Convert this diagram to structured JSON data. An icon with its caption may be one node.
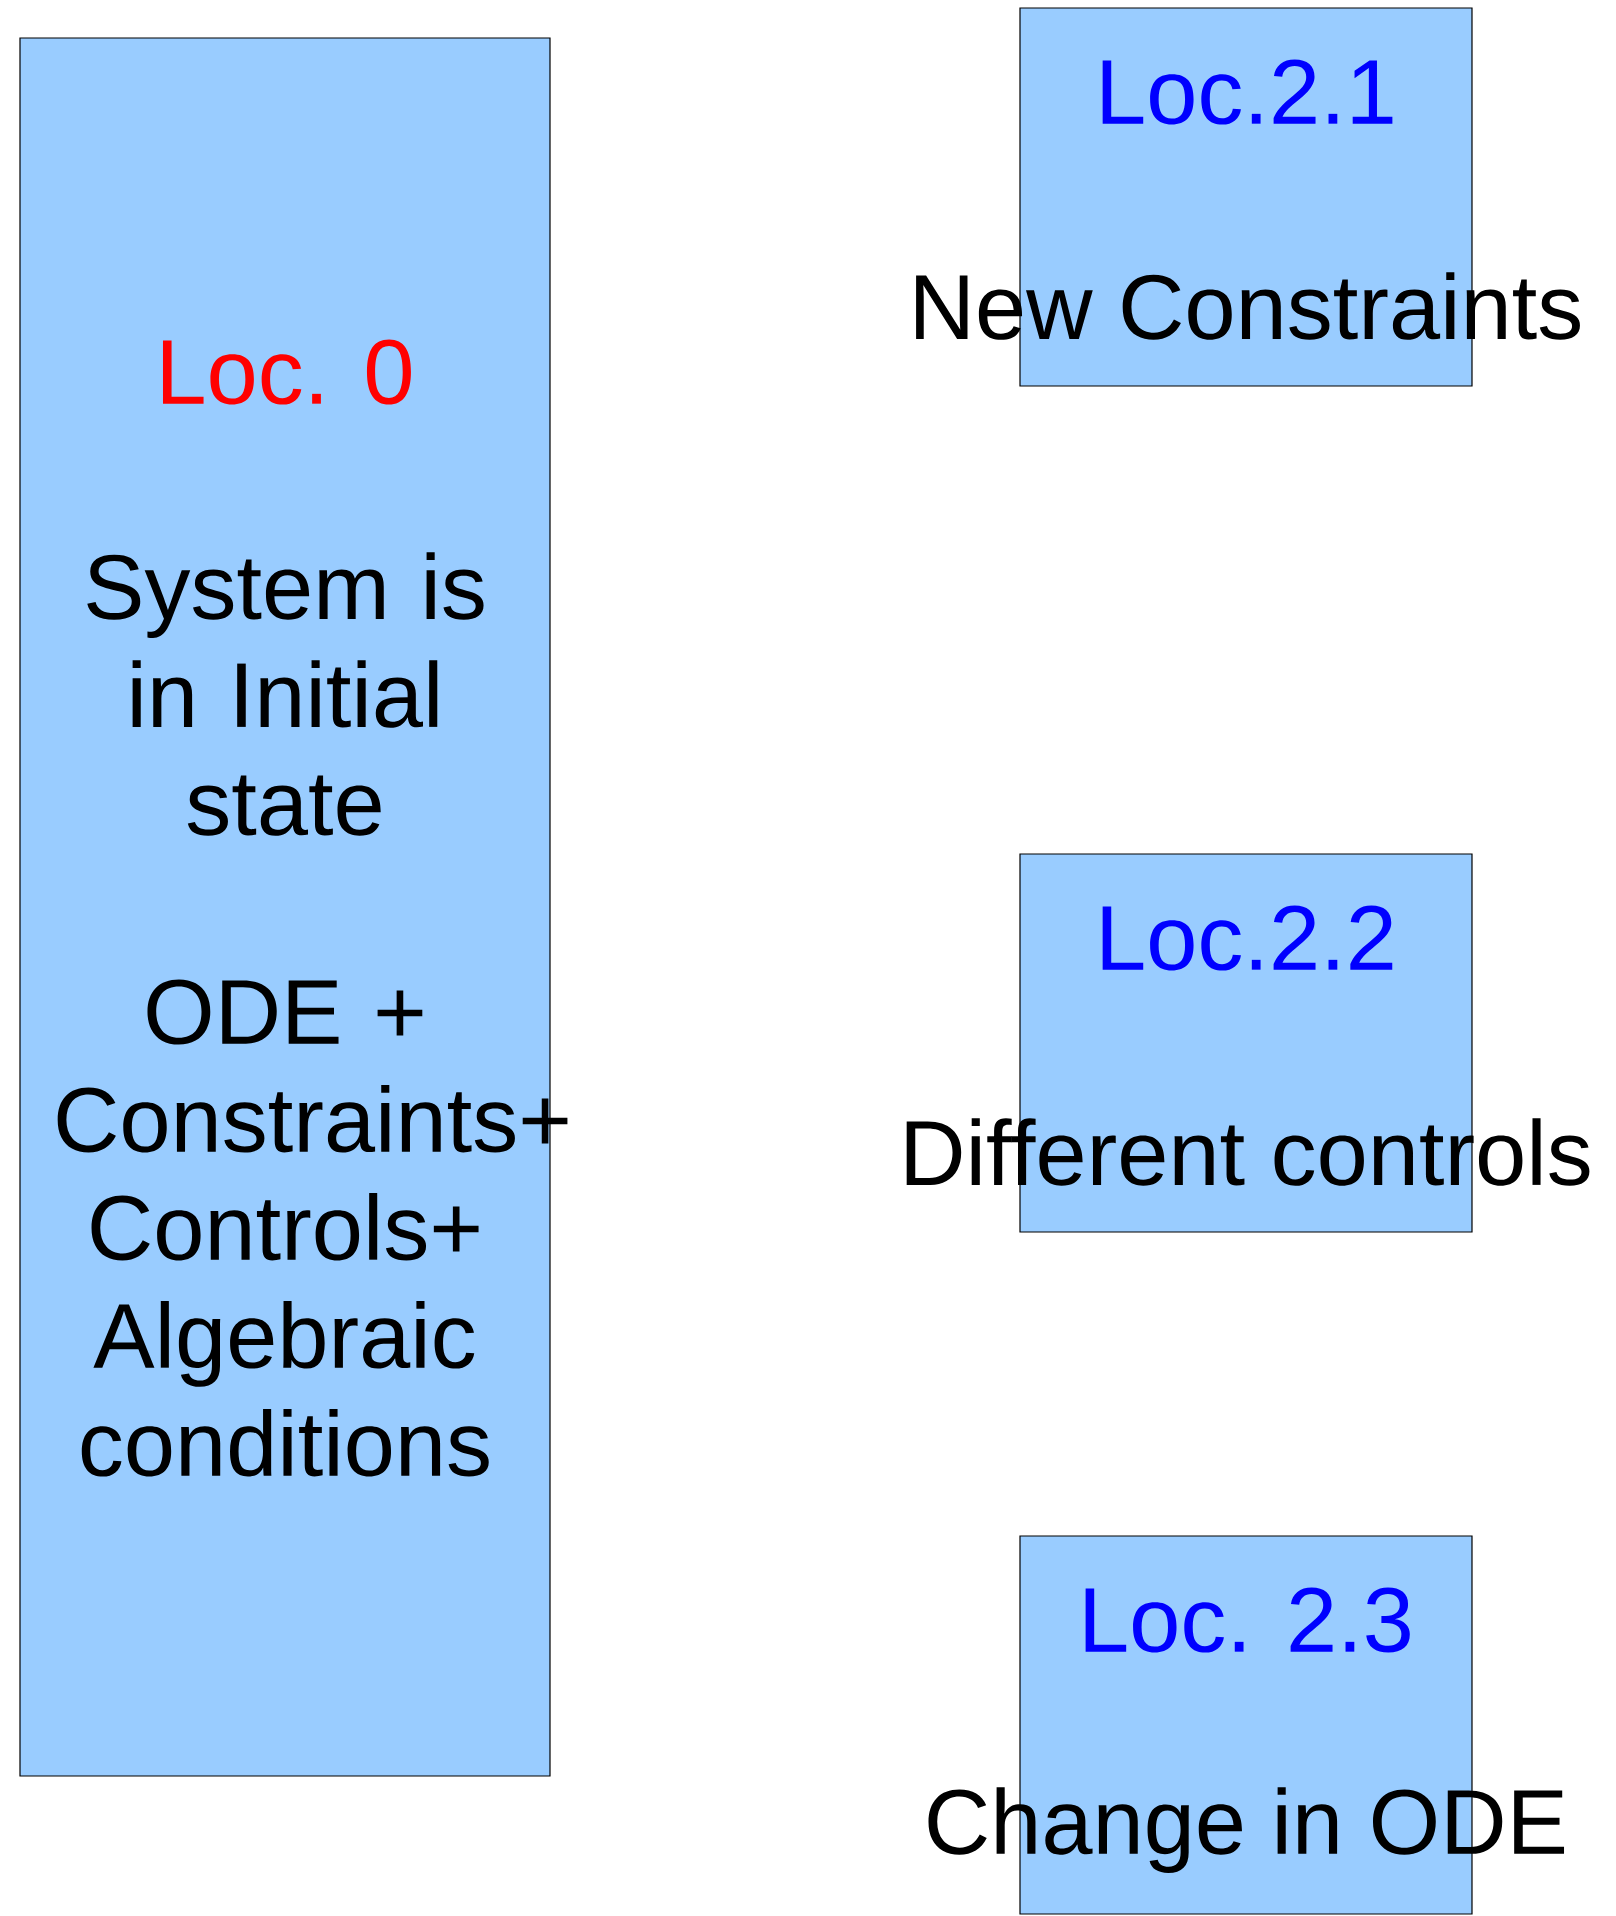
{
  "diagram": {
    "nodes": [
      {
        "text": [
          "Loc. 0",
          "System is in Initial state",
          "ODE + Constraints+ Controls+ Algebraic conditions"
        ]
      },
      {
        "text": [
          "Loc.2.1",
          "New Constraints"
        ]
      },
      {
        "text": [
          "Loc.2.2",
          "Different controls"
        ]
      },
      {
        "text": [
          "Loc. 2.3",
          "Change in ODE"
        ]
      }
    ]
  }
}
